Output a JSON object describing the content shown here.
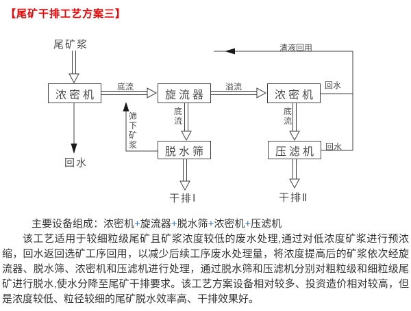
{
  "title": "【尾矿干排工艺方案三】",
  "colors": {
    "title_red": "#ee0000",
    "plus_blue": "#3b6fb5",
    "line_gray": "#3f3f3f",
    "text_dark": "#333333"
  },
  "diagram": {
    "feed_label": "尾矿浆",
    "boxes": {
      "thickener1": "浓密机",
      "cyclone": "旋流器",
      "thickener2": "浓密机",
      "dewatering_screen": "脱水筛",
      "filter_press": "压滤机"
    },
    "labels": {
      "underflow1": "底流",
      "overflow": "溢流",
      "return_water_top": "回水",
      "clear_liquid_reuse": "清液回用",
      "underflow_cyclone": "底流",
      "underflow_thickener2": "底流",
      "undersize_slurry": "筛下矿浆",
      "return_water_left": "回水",
      "return_water_filter": "回水",
      "dry_discharge_1": "干排Ⅰ",
      "dry_discharge_2": "干排Ⅱ"
    }
  },
  "equipment": {
    "label": "主要设备组成：",
    "plus": "+",
    "items": [
      "浓密机",
      "旋流器",
      "脱水筛",
      "浓密机",
      "压滤机"
    ]
  },
  "description": "该工艺适用于较细粒级尾矿且矿浆浓度较低的废水处理,通过对低浓度矿浆进行预浓缩，回水返回选矿工序回用，以减少后续工序废水处理量，将浓度提高后的矿浆依次经旋流器、脱水筛、浓密机和压滤机进行处理，通过脱水筛和压滤机分别对粗粒级和细粒级尾矿进行脱水,使水分降至尾矿干排要求。该工艺方案设备相对较多、投资造价相对较高，但是浓度较低、粒径较细的尾矿脱水效率高、干排效果好。"
}
